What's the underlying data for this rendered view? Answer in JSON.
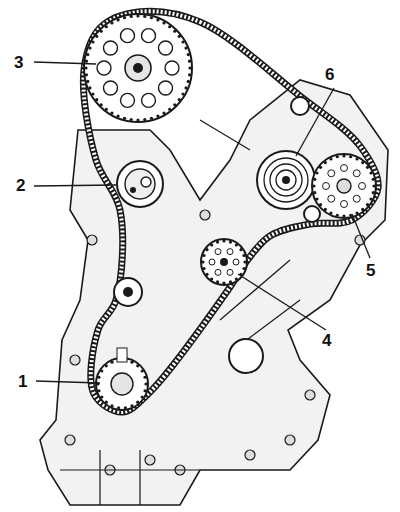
{
  "diagram": {
    "labels": [
      "3",
      "6",
      "2",
      "5",
      "4",
      "1"
    ]
  }
}
